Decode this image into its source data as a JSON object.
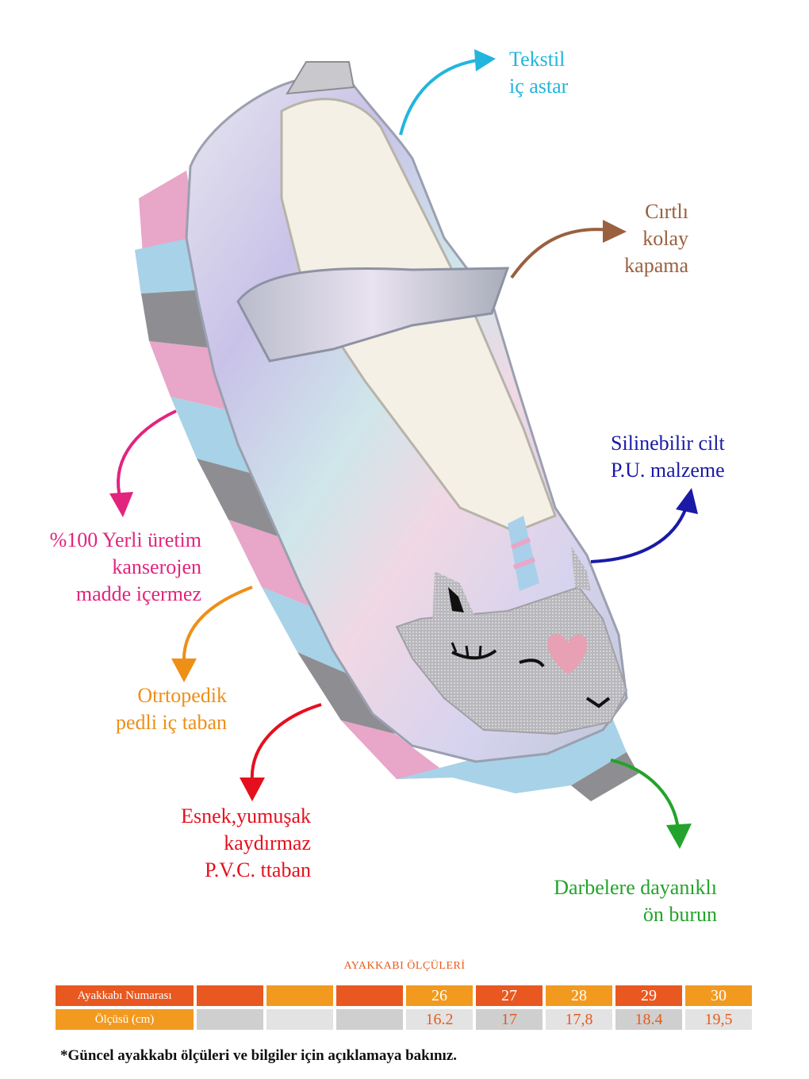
{
  "features": {
    "lining": "Tekstil\niç astar",
    "velcro": "Cırtlı\nkolay\nkapama",
    "material": "Silinebilir cilt\nP.U. malzeme",
    "local_production": "%100 Yerli üretim\nkanserojen\nmadde içermez",
    "insole": "Otrtopedik\npedli iç taban",
    "sole": "Esnek,yumuşak\nkaydırmaz\nP.V.C. ttaban",
    "toe": "Darbelere dayanıklı\nön burun"
  },
  "colors": {
    "lining": "#22b5dd",
    "velcro": "#9a6040",
    "material": "#1a1aa6",
    "local_production": "#e2247e",
    "insole": "#ee8f18",
    "sole": "#e5101e",
    "toe": "#23a32b",
    "table_red": "#e85820",
    "table_orange": "#f29a1f"
  },
  "size_table": {
    "title": "AYAKKABI ÖLÇÜLERİ",
    "row1_label": "Ayakkabı Numarası",
    "row2_label": "Ölçüsü (cm)",
    "sizes": [
      "",
      "",
      "",
      "26",
      "27",
      "28",
      "29",
      "30"
    ],
    "lengths": [
      "",
      "",
      "",
      "16.2",
      "17",
      "17,8",
      "18.4",
      "19,5"
    ]
  },
  "footnote": "*Güncel ayakkabı ölçüleri ve bilgiler için açıklamaya bakınız."
}
